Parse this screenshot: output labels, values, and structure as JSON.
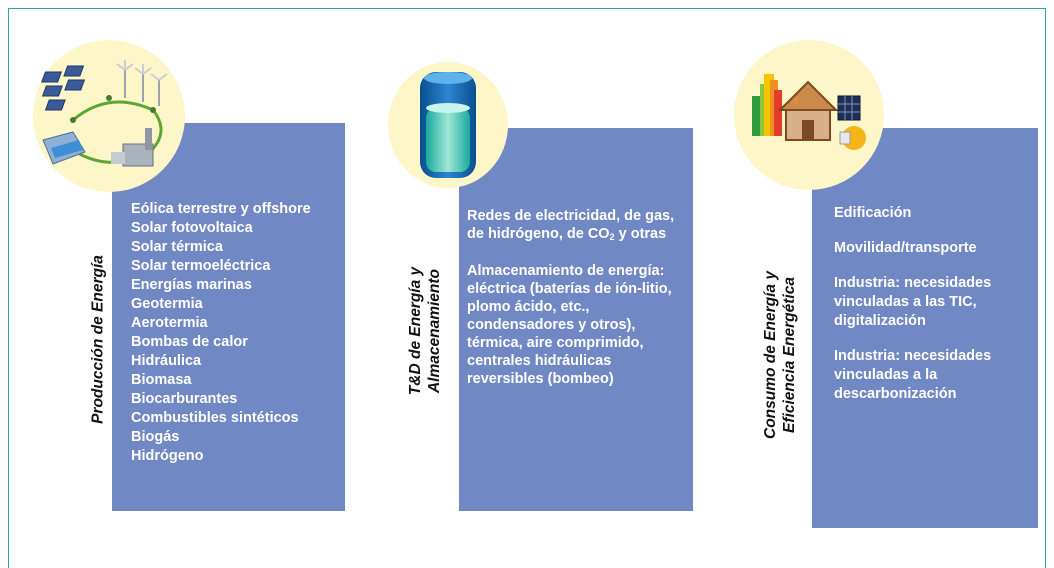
{
  "columns": [
    {
      "title": "Producción de Energía",
      "icon": "renewable-energy-plants-icon",
      "items": [
        "Eólica terrestre y offshore",
        "Solar fotovoltaica",
        "Solar térmica",
        "Solar termoeléctrica",
        "Energías marinas",
        "Geotermia",
        "Aerotermia",
        "Bombas de calor",
        "Hidráulica",
        "Biomasa",
        "Biocarburantes",
        "Combustibles sintéticos",
        "Biogás",
        "Hidrógeno"
      ]
    },
    {
      "title_line1": "T&D  de Energía y",
      "title_line2": "Almacenamiento",
      "icon": "battery-icon",
      "para1_main": "Redes de electricidad, de gas, de hidrógeno, de CO",
      "para1_sub": "2",
      "para1_end": " y otras",
      "para2": "Almacenamiento de energía: eléctrica (baterías de ión-litio, plomo ácido, etc., condensadores y otros), térmica, aire comprimido, centrales hidráulicas reversibles (bombeo)"
    },
    {
      "title_line1": "Consumo de Energía y",
      "title_line2": "Eficiencia Energética",
      "icon": "efficient-house-icon",
      "paras": [
        "Edificación",
        "Movilidad/transporte",
        "Industria: necesidades vinculadas a las TIC, digitalización",
        "Industria: necesidades vinculadas a la descarbonización"
      ]
    }
  ],
  "colors": {
    "panel": "#7089c4",
    "circle": "#fdf6c8",
    "border": "#2aa6a0"
  }
}
